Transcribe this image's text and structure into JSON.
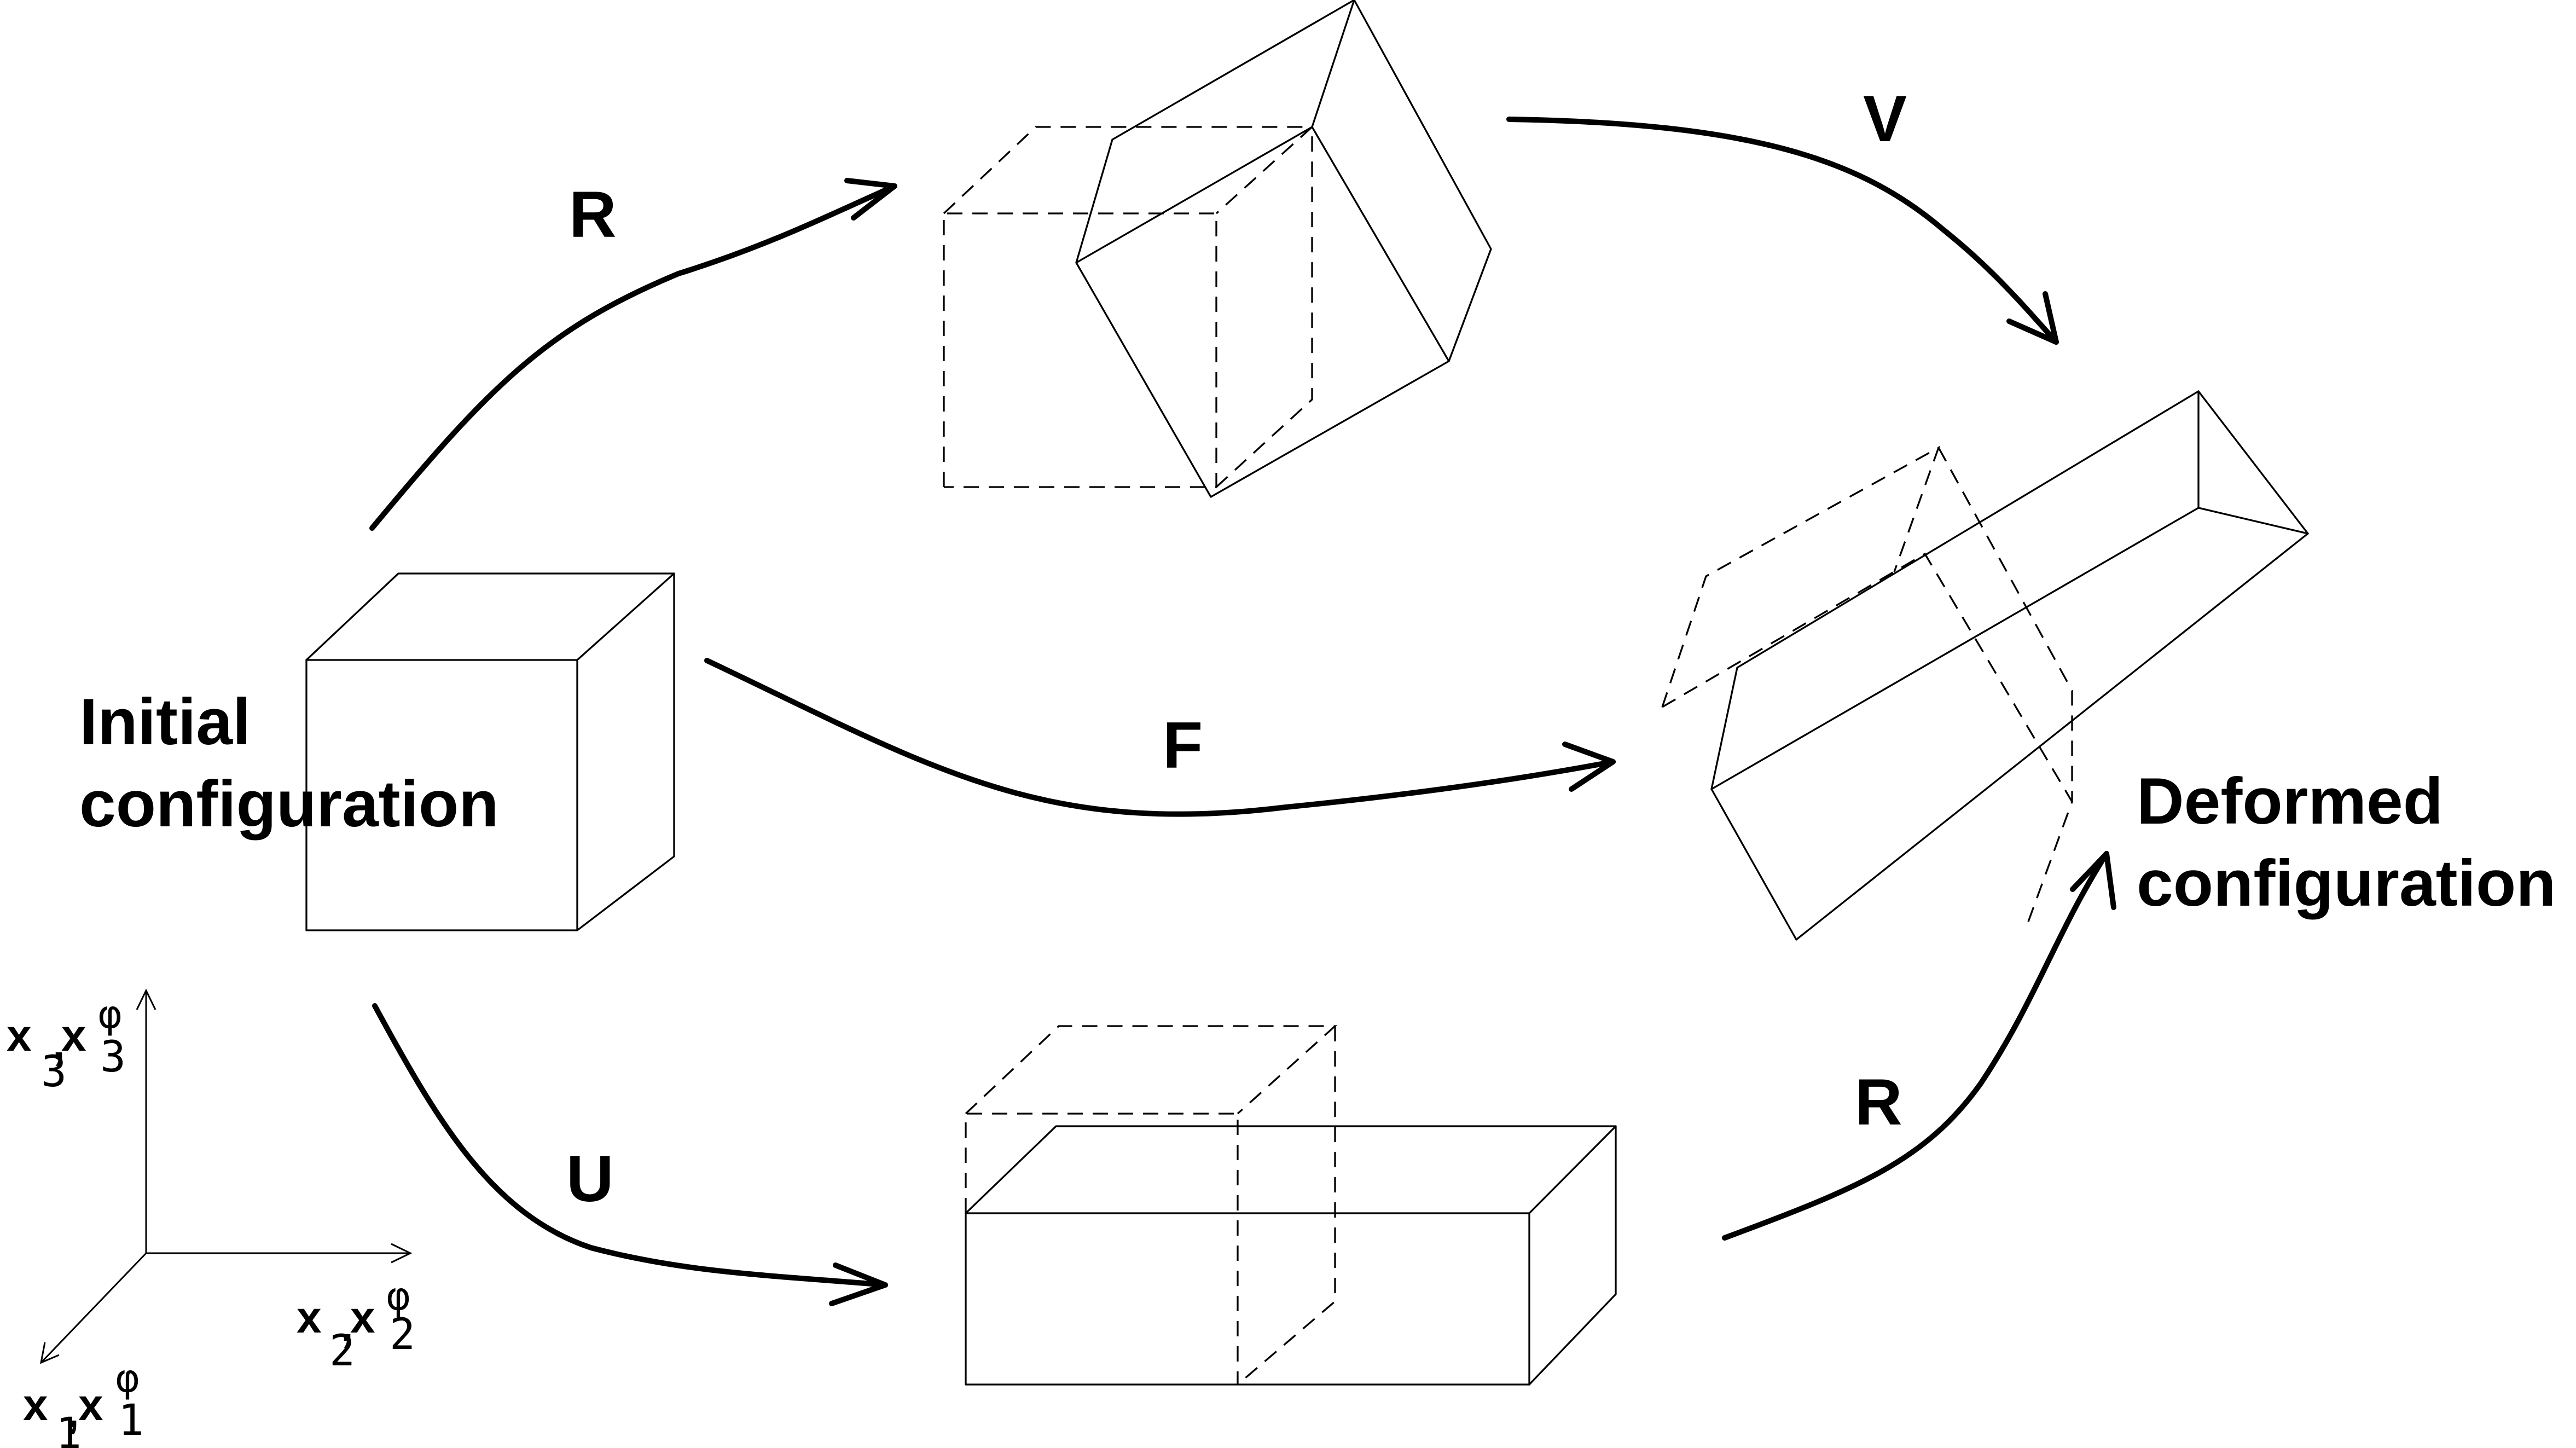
{
  "labels": {
    "initial": [
      "Initial",
      "configuration"
    ],
    "deformed": [
      "Deformed",
      "configuration"
    ]
  },
  "arrows": {
    "top_left": "R",
    "top_right": "V",
    "middle": "F",
    "bottom_left": "U",
    "bottom_right": "R"
  },
  "axes": {
    "vertical": {
      "main": "x",
      "main_sub": "3",
      "sep": ",",
      "phi_base": "x",
      "phi_sup": "φ",
      "phi_sub": "3"
    },
    "horizontal": {
      "main": "x",
      "main_sub": "2",
      "sep": ",",
      "phi_base": "x",
      "phi_sup": "φ",
      "phi_sub": "2"
    },
    "diagonal": {
      "main": "x",
      "main_sub": "1",
      "sep": ",",
      "phi_base": "x",
      "phi_sup": "φ",
      "phi_sub": "1"
    }
  }
}
